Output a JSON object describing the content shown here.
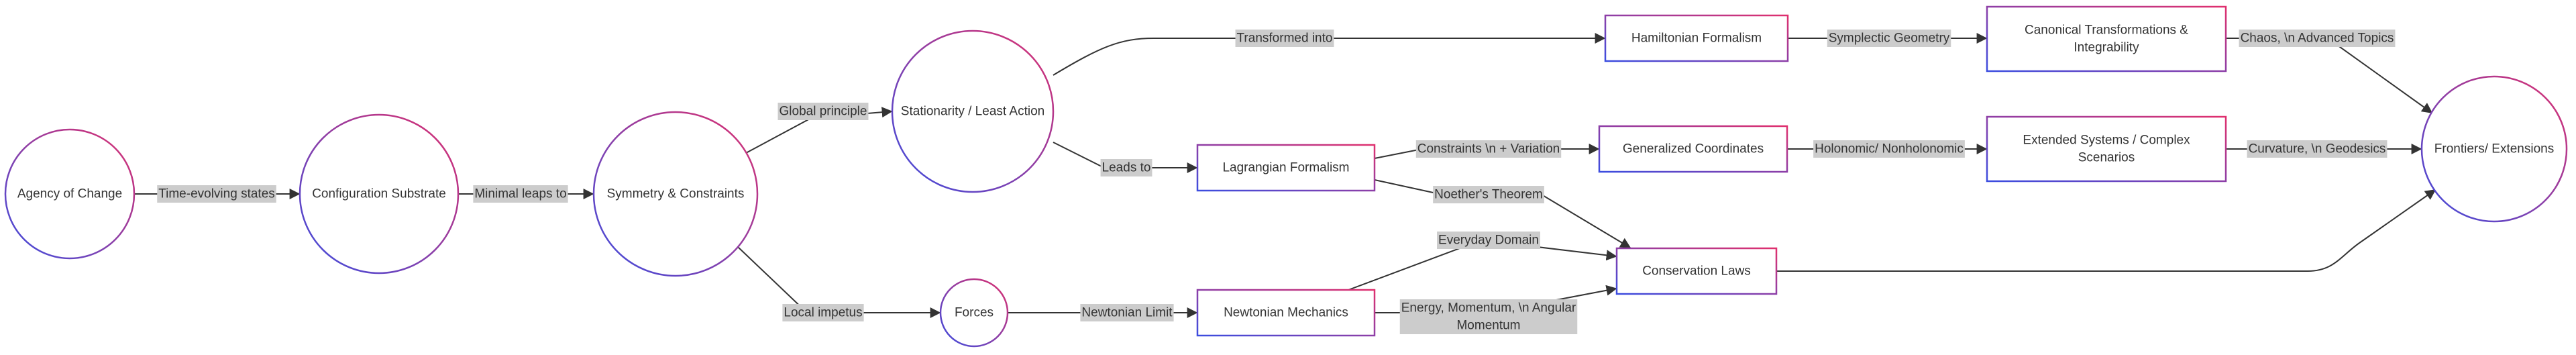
{
  "colors": {
    "border_start": "#3b4de0",
    "border_end": "#e0306e",
    "edge": "#333333",
    "label_bg": "#cccccc",
    "text": "#333333"
  },
  "nodes": [
    {
      "id": "agency",
      "shape": "circle",
      "label": [
        "Agency of Change"
      ]
    },
    {
      "id": "substrate",
      "shape": "circle",
      "label": [
        "Configuration Substrate"
      ]
    },
    {
      "id": "symmetry",
      "shape": "circle",
      "label": [
        "Symmetry & Constraints"
      ]
    },
    {
      "id": "stationarity",
      "shape": "circle",
      "label": [
        "Stationarity / Least Action"
      ]
    },
    {
      "id": "forces",
      "shape": "circle",
      "label": [
        "Forces"
      ]
    },
    {
      "id": "lagrangian",
      "shape": "rect",
      "label": [
        "Lagrangian Formalism"
      ]
    },
    {
      "id": "newtonian",
      "shape": "rect",
      "label": [
        "Newtonian Mechanics"
      ]
    },
    {
      "id": "hamiltonian",
      "shape": "rect",
      "label": [
        "Hamiltonian Formalism"
      ]
    },
    {
      "id": "generalized",
      "shape": "rect",
      "label": [
        "Generalized Coordinates"
      ]
    },
    {
      "id": "conservation",
      "shape": "rect",
      "label": [
        "Conservation Laws"
      ]
    },
    {
      "id": "canonical",
      "shape": "rect",
      "label": [
        "Canonical Transformations &",
        "Integrability"
      ]
    },
    {
      "id": "extended",
      "shape": "rect",
      "label": [
        "Extended Systems / Complex",
        "Scenarios"
      ]
    },
    {
      "id": "frontiers",
      "shape": "circle",
      "label": [
        "Frontiers/ Extensions"
      ]
    }
  ],
  "edges": [
    {
      "from": "agency",
      "to": "substrate",
      "label": [
        "Time-evolving states"
      ]
    },
    {
      "from": "substrate",
      "to": "symmetry",
      "label": [
        "Minimal leaps to"
      ]
    },
    {
      "from": "symmetry",
      "to": "stationarity",
      "label": [
        "Global principle"
      ]
    },
    {
      "from": "symmetry",
      "to": "forces",
      "label": [
        "Local impetus"
      ]
    },
    {
      "from": "stationarity",
      "to": "hamiltonian",
      "label": [
        "Transformed into"
      ]
    },
    {
      "from": "stationarity",
      "to": "lagrangian",
      "label": [
        "Leads to"
      ]
    },
    {
      "from": "forces",
      "to": "newtonian",
      "label": [
        "Newtonian Limit"
      ]
    },
    {
      "from": "lagrangian",
      "to": "generalized",
      "label": [
        "Constraints \\n + Variation"
      ]
    },
    {
      "from": "lagrangian",
      "to": "conservation",
      "label": [
        "Noether's Theorem"
      ]
    },
    {
      "from": "newtonian",
      "to": "conservation",
      "label": [
        "Everyday Domain"
      ]
    },
    {
      "from": "newtonian",
      "to": "conservation",
      "label": [
        "Energy, Momentum, \\n Angular",
        "Momentum"
      ]
    },
    {
      "from": "hamiltonian",
      "to": "canonical",
      "label": [
        "Symplectic Geometry"
      ]
    },
    {
      "from": "generalized",
      "to": "extended",
      "label": [
        "Holonomic/ Nonholonomic"
      ]
    },
    {
      "from": "canonical",
      "to": "frontiers",
      "label": [
        "Chaos, \\n Advanced Topics"
      ]
    },
    {
      "from": "extended",
      "to": "frontiers",
      "label": [
        "Curvature, \\n Geodesics"
      ]
    },
    {
      "from": "conservation",
      "to": "frontiers",
      "label": []
    }
  ]
}
